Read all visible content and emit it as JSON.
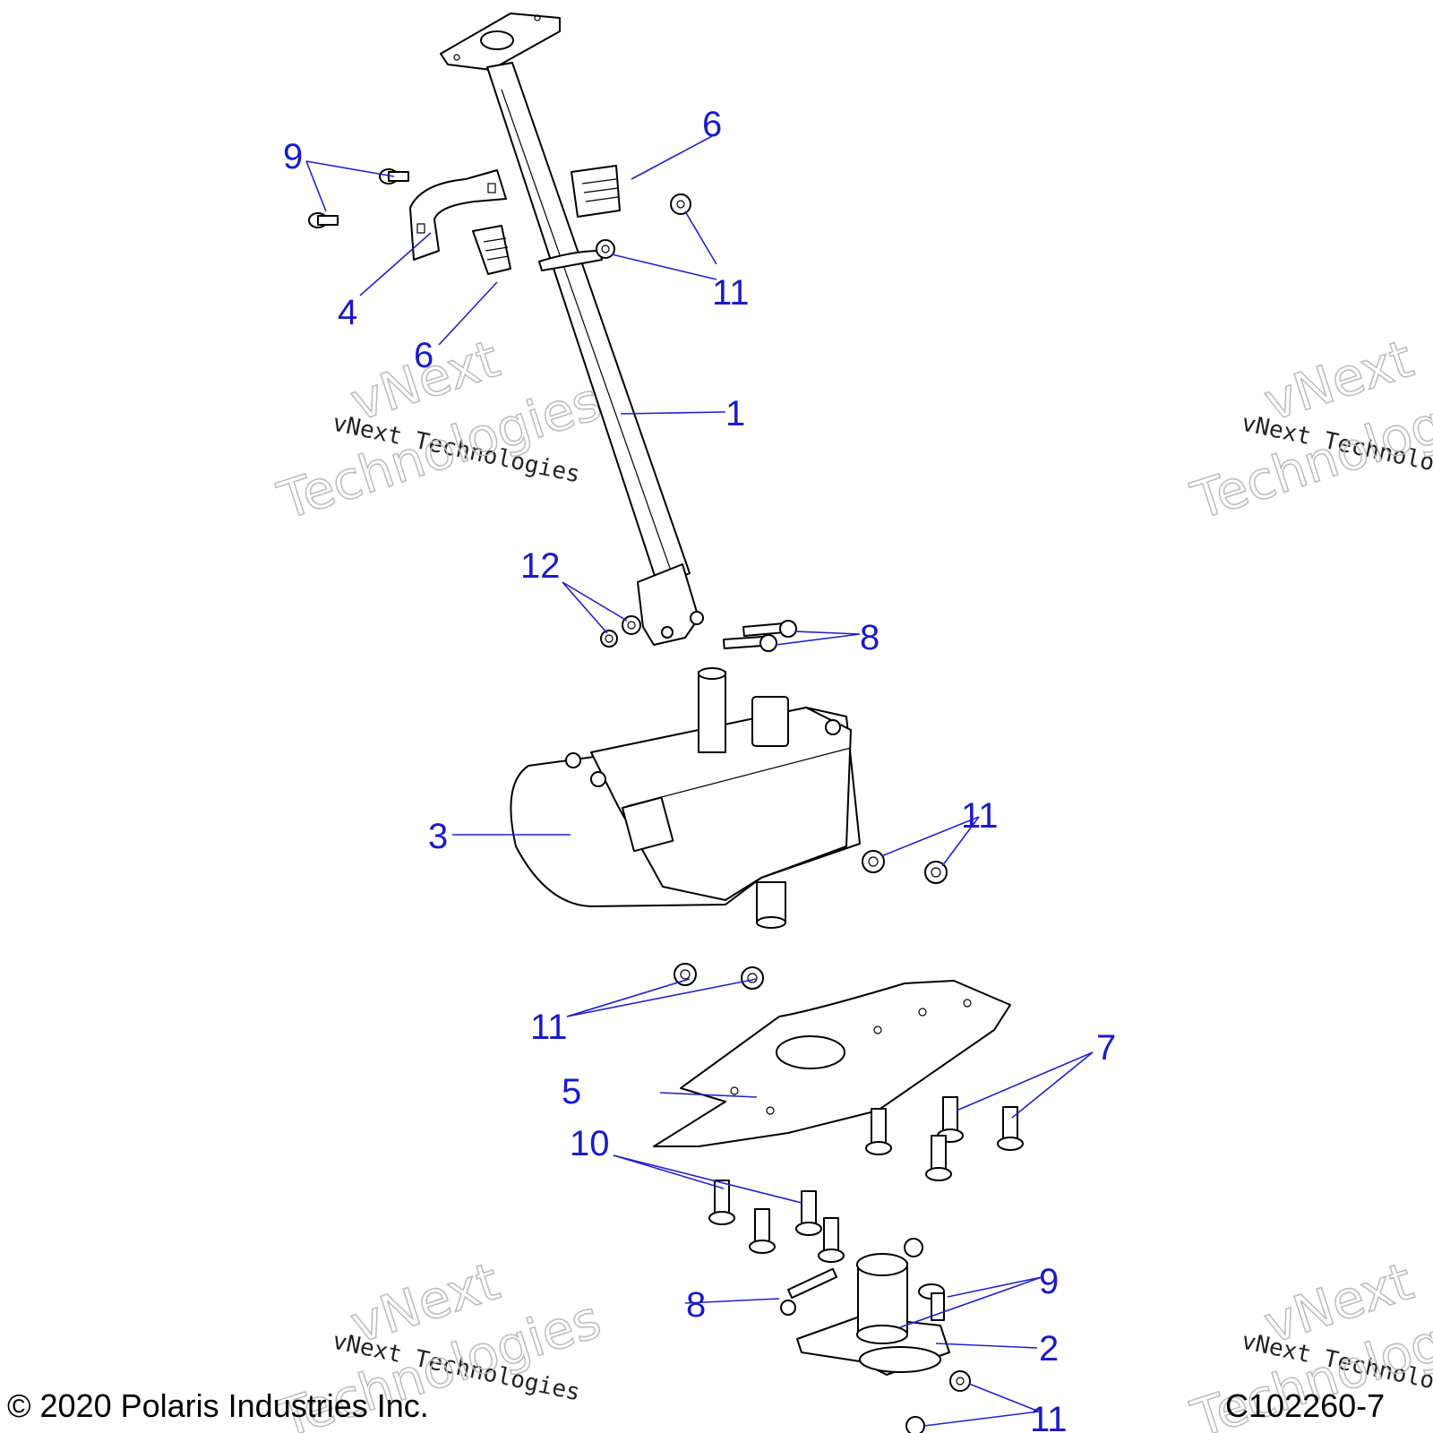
{
  "callouts": {
    "c1": "1",
    "c2": "2",
    "c3": "3",
    "c4": "4",
    "c5": "5",
    "c6a": "6",
    "c6b": "6",
    "c7": "7",
    "c8a": "8",
    "c8b": "8",
    "c9a": "9",
    "c9b": "9",
    "c10": "10",
    "c11a": "11",
    "c11b": "11",
    "c11c": "11",
    "c11d": "11",
    "c12": "12"
  },
  "watermark": {
    "line": "vNext Technologies",
    "word1": "vNext",
    "word2": "Technologies"
  },
  "footer": {
    "copyright": "© 2020 Polaris Industries Inc.",
    "figure_id": "C102260-7"
  },
  "colors": {
    "callout": "#1a1acc",
    "line": "#000000"
  }
}
